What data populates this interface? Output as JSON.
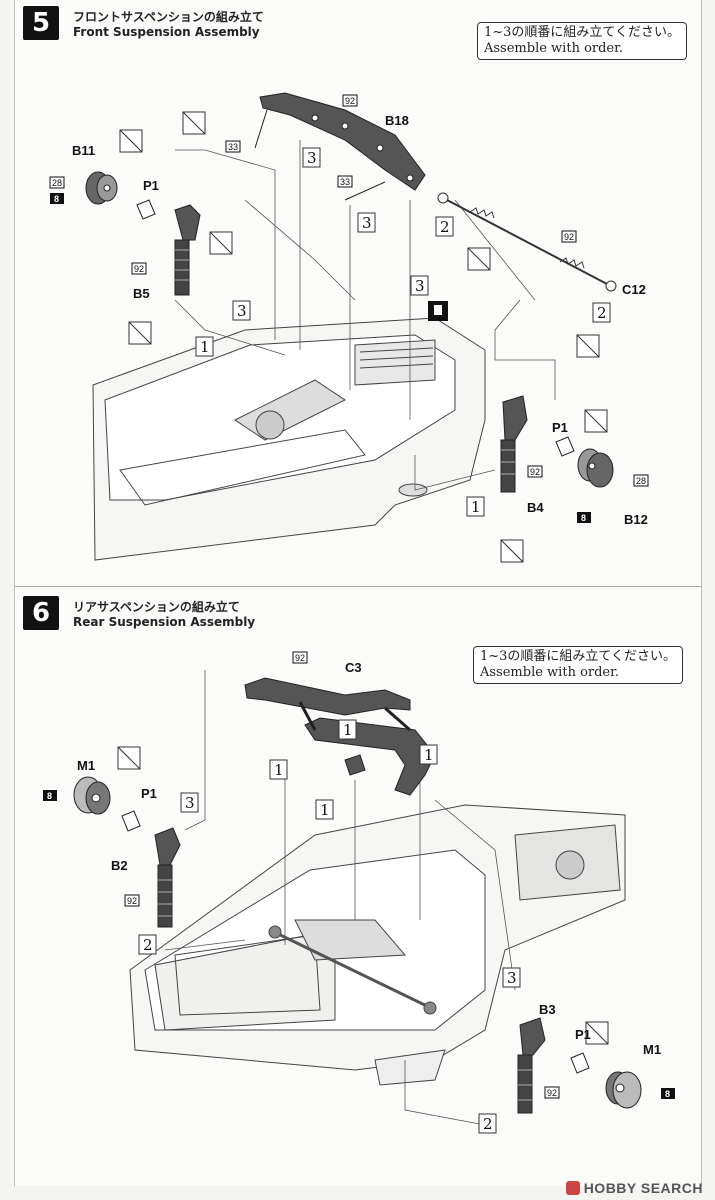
{
  "steps": [
    {
      "number": "5",
      "title_jp": "フロントサスペンションの組み立て",
      "title_en": "Front Suspension Assembly",
      "note_jp": "1~3の順番に組み立てください。",
      "note_en": "Assemble with order.",
      "part_labels": [
        "B18",
        "B11",
        "P1",
        "B5",
        "C12",
        "P1",
        "B4",
        "B12"
      ],
      "tags": [
        "92",
        "33",
        "33",
        "28",
        "8",
        "92",
        "92",
        "92",
        "28",
        "8"
      ],
      "order_marks": [
        "3",
        "3",
        "2",
        "3",
        "3",
        "1",
        "2",
        "1"
      ]
    },
    {
      "number": "6",
      "title_jp": "リアサスペンションの組み立て",
      "title_en": "Rear Suspension Assembly",
      "note_jp": "1~3の順番に組み立てください。",
      "note_en": "Assemble with order.",
      "part_labels": [
        "C3",
        "M1",
        "P1",
        "B2",
        "B3",
        "P1",
        "M1"
      ],
      "tags": [
        "92",
        "8",
        "92",
        "92",
        "8"
      ],
      "order_marks": [
        "1",
        "1",
        "1",
        "1",
        "3",
        "2",
        "3",
        "2"
      ]
    }
  ],
  "watermark": "HOBBY SEARCH"
}
